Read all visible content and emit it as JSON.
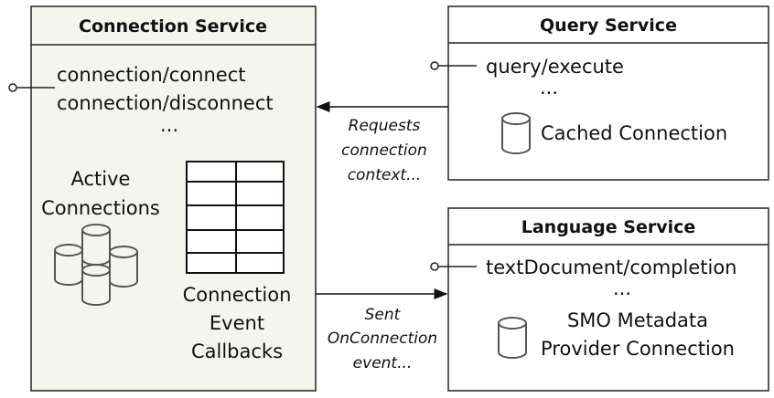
{
  "connection_service": {
    "title": "Connection Service",
    "methods": [
      "connection/connect",
      "connection/disconnect",
      "..."
    ],
    "active_connections": [
      "Active",
      "Connections"
    ],
    "event_callbacks": [
      "Connection",
      "Event",
      "Callbacks"
    ]
  },
  "query_service": {
    "title": "Query Service",
    "methods": [
      "query/execute",
      "..."
    ],
    "cached_connection": "Cached Connection"
  },
  "language_service": {
    "title": "Language Service",
    "methods": [
      "textDocument/completion",
      "..."
    ],
    "smo_connection": [
      "SMO Metadata",
      "Provider Connection"
    ]
  },
  "arrows": {
    "request": [
      "Requests",
      "connection",
      "context..."
    ],
    "event": [
      "Sent",
      "OnConnection",
      "event..."
    ]
  },
  "colors": {
    "connection_fill": "#f4f6ee",
    "stroke": "#222222"
  }
}
